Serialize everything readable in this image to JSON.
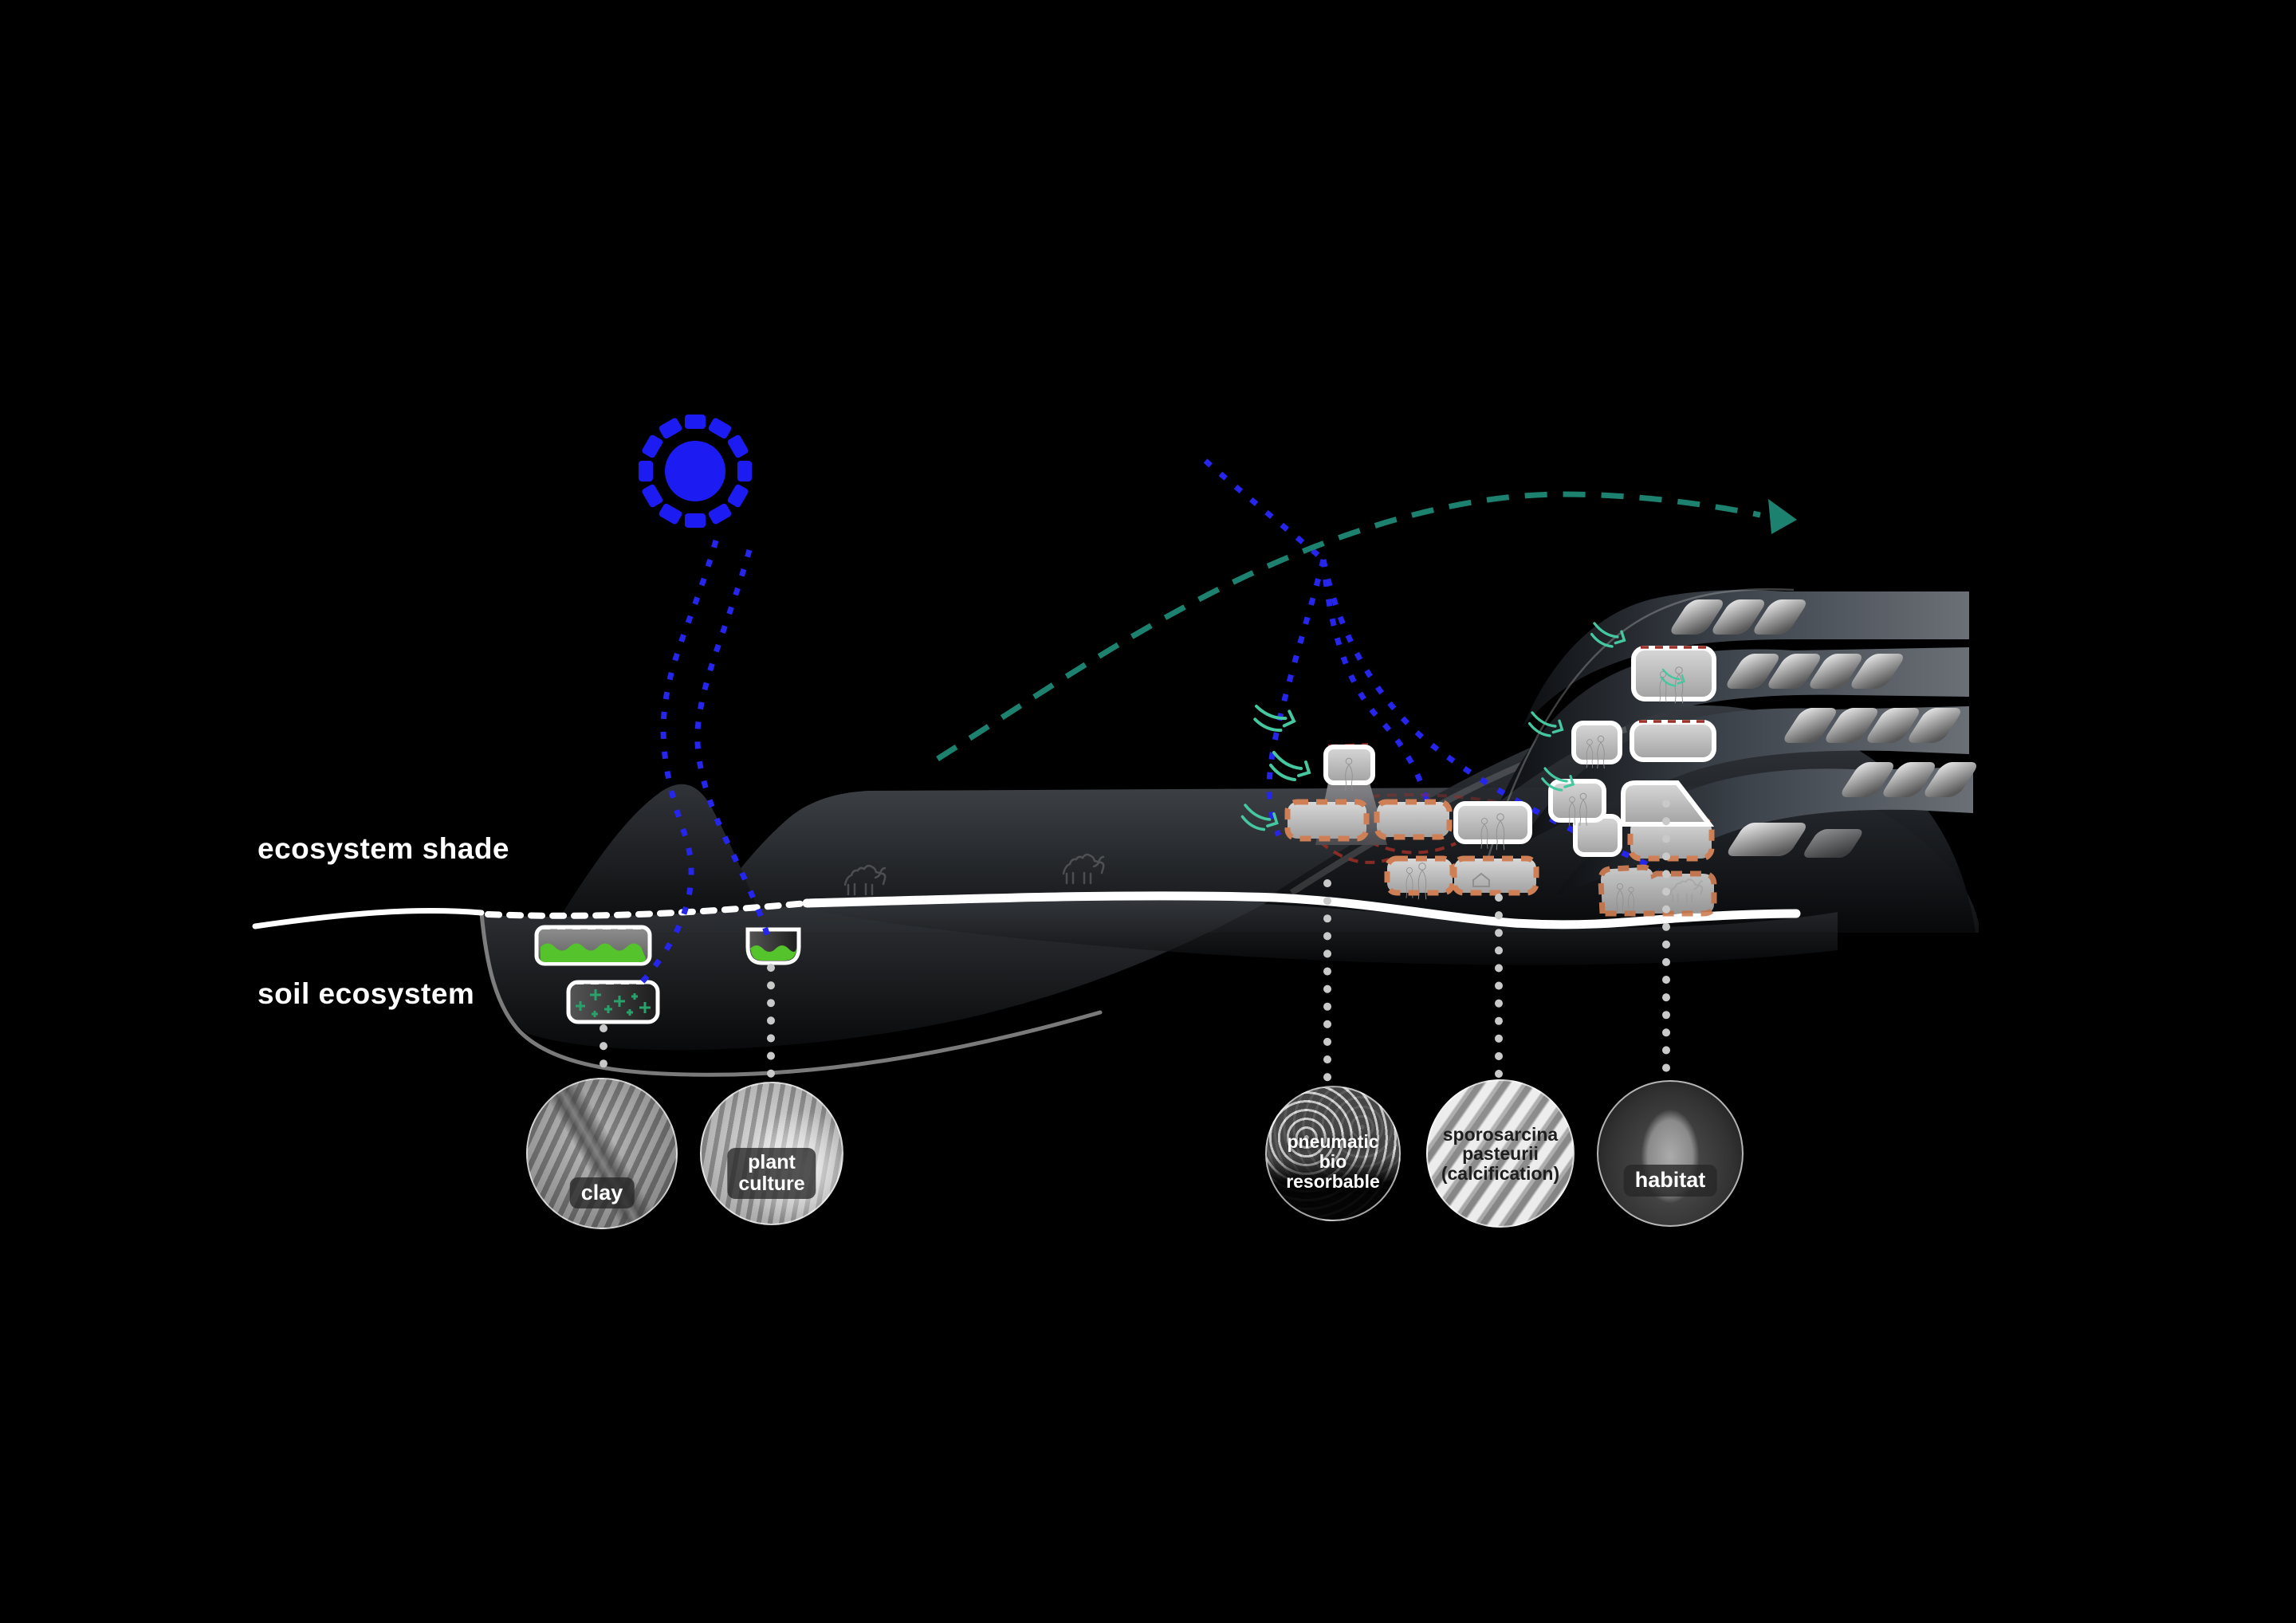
{
  "diagram": {
    "zone_labels": {
      "shade": "ecosystem shade",
      "soil": "soil ecosystem"
    },
    "insets": [
      {
        "id": "clay",
        "label": "clay"
      },
      {
        "id": "plant-culture",
        "label": "plant\nculture"
      },
      {
        "id": "pneumatic-bio-resorbable",
        "label": "pneumatic\nbio\nresorbable"
      },
      {
        "id": "sporosarcina-pasteurii",
        "label": "sporosarcina\npasteurii\n(calcification)"
      },
      {
        "id": "habitat",
        "label": "habitat"
      }
    ],
    "colors": {
      "background": "#000000",
      "sun_blue": "#1c1cf2",
      "sunlight_dotted_blue": "#2525ec",
      "wind_teal": "#1d8170",
      "breeze_teal": "#45c7a0",
      "module_outline_orange": "#cf7f55",
      "heat_red": "#9c2f27",
      "water_green": "#55c32c",
      "nutrient_green": "#2aa06b",
      "leader_gray": "#c9c9c9",
      "zone_label_white": "#ffffff"
    },
    "icons": {
      "sun": "segmented-sun-icon",
      "wind_arrow": "wind-dashed-arrow-icon",
      "breeze": "breeze-chevron-icon",
      "human": "human-figure-icon",
      "camel": "camel-icon",
      "house": "house-sketch-icon"
    }
  }
}
